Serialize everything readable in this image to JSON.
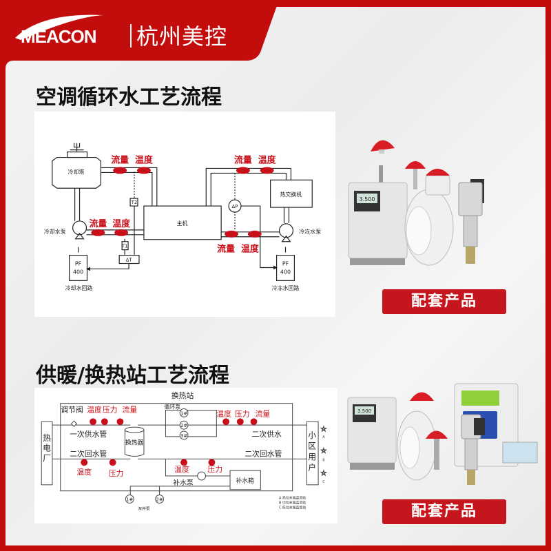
{
  "brand": {
    "logo_text": "MEACON",
    "name_cn": "杭州美控"
  },
  "colors": {
    "brand_red": "#c30d0d",
    "sensor_red": "#c8101a"
  },
  "section1": {
    "title": "空调循环水工艺流程",
    "diagram": {
      "cooling_tower": "冷却塔",
      "main_unit": "主机",
      "heat_exchanger": "热交换机",
      "cooling_pump": "冷却水泵",
      "chilled_pump": "冷冻水泵",
      "flow": "流量",
      "temperature": "温度",
      "t1": "T1",
      "t2": "T2",
      "delta_t": "ΔT",
      "delta_p": "ΔP",
      "pf": "PF",
      "pf_num": "400",
      "cooling_loop": "冷却水回路",
      "chilled_loop": "冷冻水回路"
    },
    "button": "配套产品"
  },
  "section2": {
    "title": "供暖/换热站工艺流程",
    "diagram": {
      "station": "换热站",
      "valve": "调节阀",
      "temperature": "温度",
      "pressure": "压力",
      "flow": "流量",
      "circ_pump": "循环泵",
      "p1": "1#",
      "p2": "2#",
      "p3": "3#",
      "plant": [
        "热",
        "电",
        "厂"
      ],
      "users": [
        "小",
        "区",
        "用",
        "户"
      ],
      "primary_supply": "一次供水管",
      "secondary_return_left": "二次回水管",
      "exchanger": "换热器",
      "secondary_supply": "二次供水",
      "secondary_return_right": "二次回水管",
      "makeup_pump": "补水泵",
      "makeup_tank": "补水箱",
      "well_pump": "深井泵",
      "star_labels": [
        "A",
        "B",
        "C"
      ],
      "legend": [
        "A  高位末端监测站",
        "B  中位末端监测站",
        "C  低位末端监督站"
      ]
    },
    "button": "配套产品"
  },
  "products": {
    "display1": "3.500",
    "display2": "3.500"
  }
}
